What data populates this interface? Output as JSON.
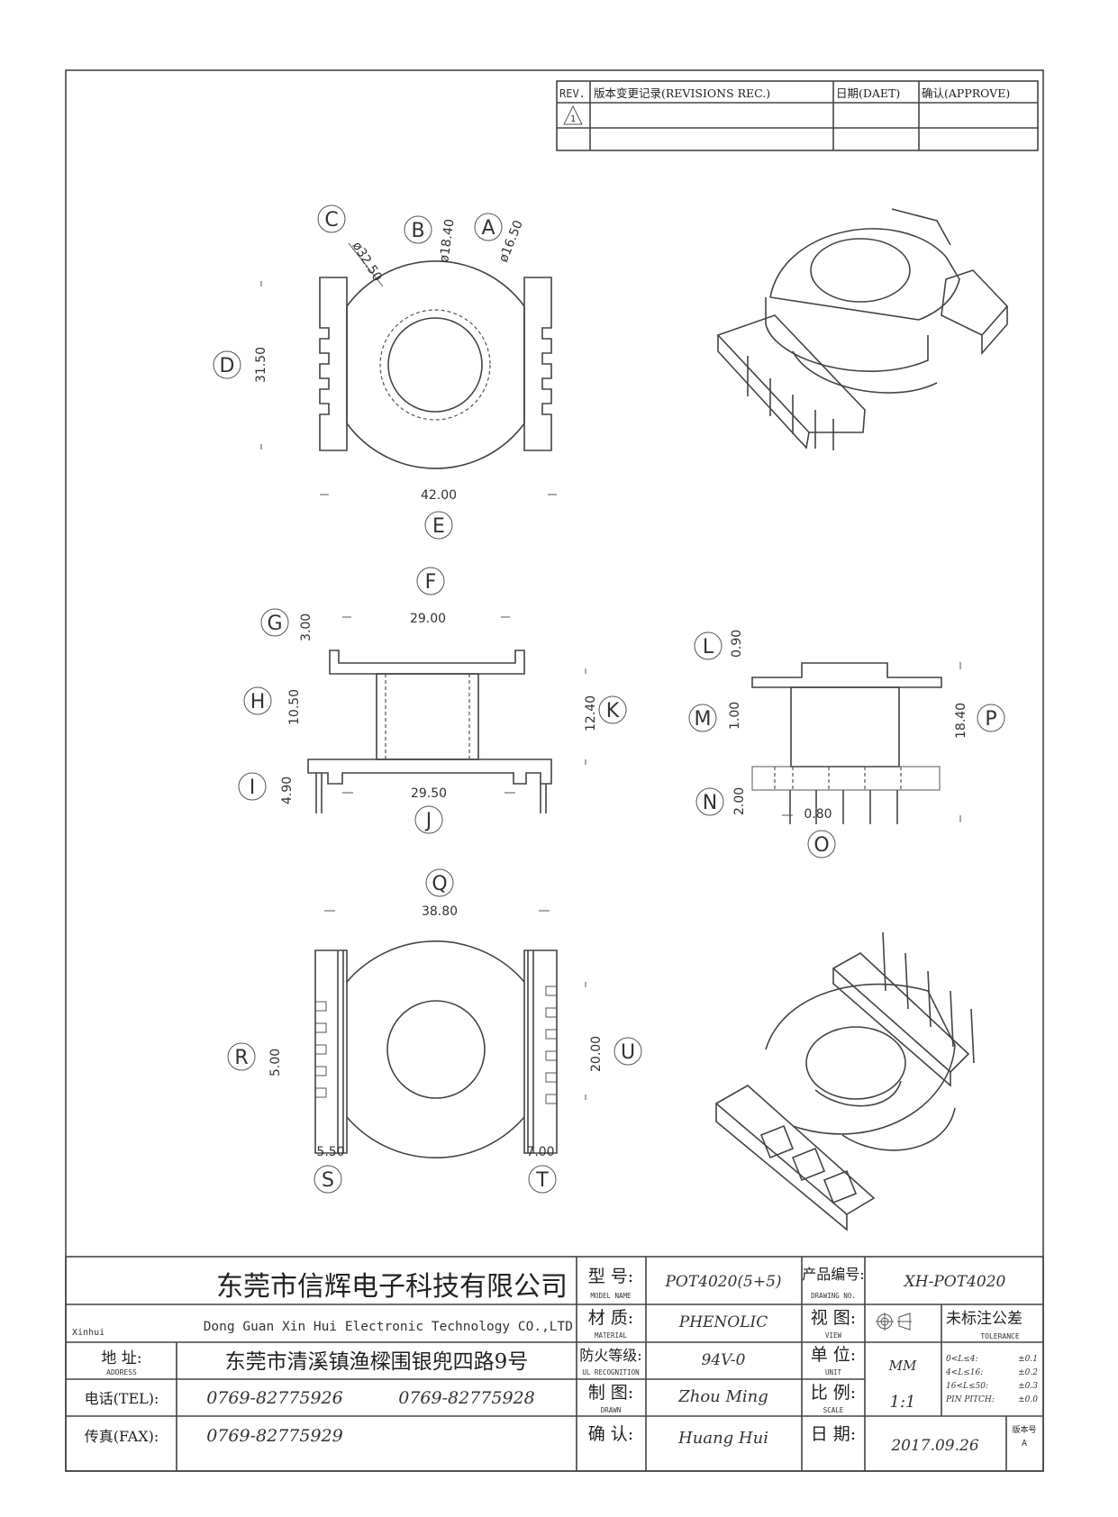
{
  "revisions": {
    "headers": [
      "REV.",
      "版本变更记录(REVISIONS REC.)",
      "日期(DAET)",
      "确认(APPROVE)"
    ],
    "rev_symbol": "1"
  },
  "callouts": {
    "A": {
      "letter": "A",
      "dim": "ø16.50"
    },
    "B": {
      "letter": "B",
      "dim": "ø18.40"
    },
    "C": {
      "letter": "C",
      "dim": "ø32.50"
    },
    "D": {
      "letter": "D",
      "dim": "31.50"
    },
    "E": {
      "letter": "E",
      "dim": "42.00"
    },
    "F": {
      "letter": "F",
      "dim": "29.00"
    },
    "G": {
      "letter": "G",
      "dim": "3.00"
    },
    "H": {
      "letter": "H",
      "dim": "10.50"
    },
    "I": {
      "letter": "I",
      "dim": "4.90"
    },
    "J": {
      "letter": "J",
      "dim": "29.50"
    },
    "K": {
      "letter": "K",
      "dim": "12.40"
    },
    "L": {
      "letter": "L",
      "dim": "0.90"
    },
    "M": {
      "letter": "M",
      "dim": "1.00"
    },
    "N": {
      "letter": "N",
      "dim": "2.00"
    },
    "O": {
      "letter": "O",
      "dim": "0.80"
    },
    "P": {
      "letter": "P",
      "dim": "18.40"
    },
    "Q": {
      "letter": "Q",
      "dim": "38.80"
    },
    "R": {
      "letter": "R",
      "dim": "5.00"
    },
    "S": {
      "letter": "S",
      "dim": "5.50"
    },
    "T": {
      "letter": "T",
      "dim": "7.00"
    },
    "U": {
      "letter": "U",
      "dim": "20.00"
    }
  },
  "title_block": {
    "company_cn": "东莞市信辉电子科技有限公司",
    "brand": "Xinhui",
    "company_en": "Dong Guan Xin Hui Electronic Technology CO.,LTD",
    "address_label_cn": "地 址:",
    "address_label_en": "ADDRESS",
    "address": "东莞市清溪镇渔樑围银兜四路9号",
    "tel_label": "电话(TEL):",
    "tel1": "0769-82775926",
    "tel2": "0769-82775928",
    "fax_label": "传真(FAX):",
    "fax": "0769-82775929",
    "model_label_cn": "型 号:",
    "model_label_en": "MODEL NAME",
    "model": "POT4020(5+5)",
    "material_label_cn": "材 质:",
    "material_label_en": "MATERIAL",
    "material": "PHENOLIC",
    "fire_label_cn": "防火等级:",
    "fire_label_en": "UL RECOGNITION",
    "fire": "94V-0",
    "drawn_label_cn": "制 图:",
    "drawn_label_en": "DRAWN",
    "drawn": "Zhou Ming",
    "confirm_label_cn": "确 认:",
    "confirm": "Huang Hui",
    "drawing_no_label_cn": "产品编号:",
    "drawing_no_label_en": "DRAWING NO.",
    "drawing_no": "XH-POT4020",
    "view_label_cn": "视 图:",
    "view_label_en": "VIEW",
    "unit_label_cn": "单 位:",
    "unit_label_en": "UNIT",
    "unit": "MM",
    "scale_label_cn": "比 例:",
    "scale_label_en": "SCALE",
    "scale": "1:1",
    "date_label_cn": "日 期:",
    "date": "2017.09.26",
    "version_label": "版本号",
    "version": "A",
    "tolerance_title_cn": "未标注公差",
    "tolerance_title_en": "TOLERANCE",
    "tolerances": [
      {
        "range": "0<L≤4:",
        "value": "±0.1"
      },
      {
        "range": "4<L≤16:",
        "value": "±0.2"
      },
      {
        "range": "16<L≤50:",
        "value": "±0.3"
      },
      {
        "range": "PIN PITCH:",
        "value": "±0.0"
      }
    ]
  }
}
